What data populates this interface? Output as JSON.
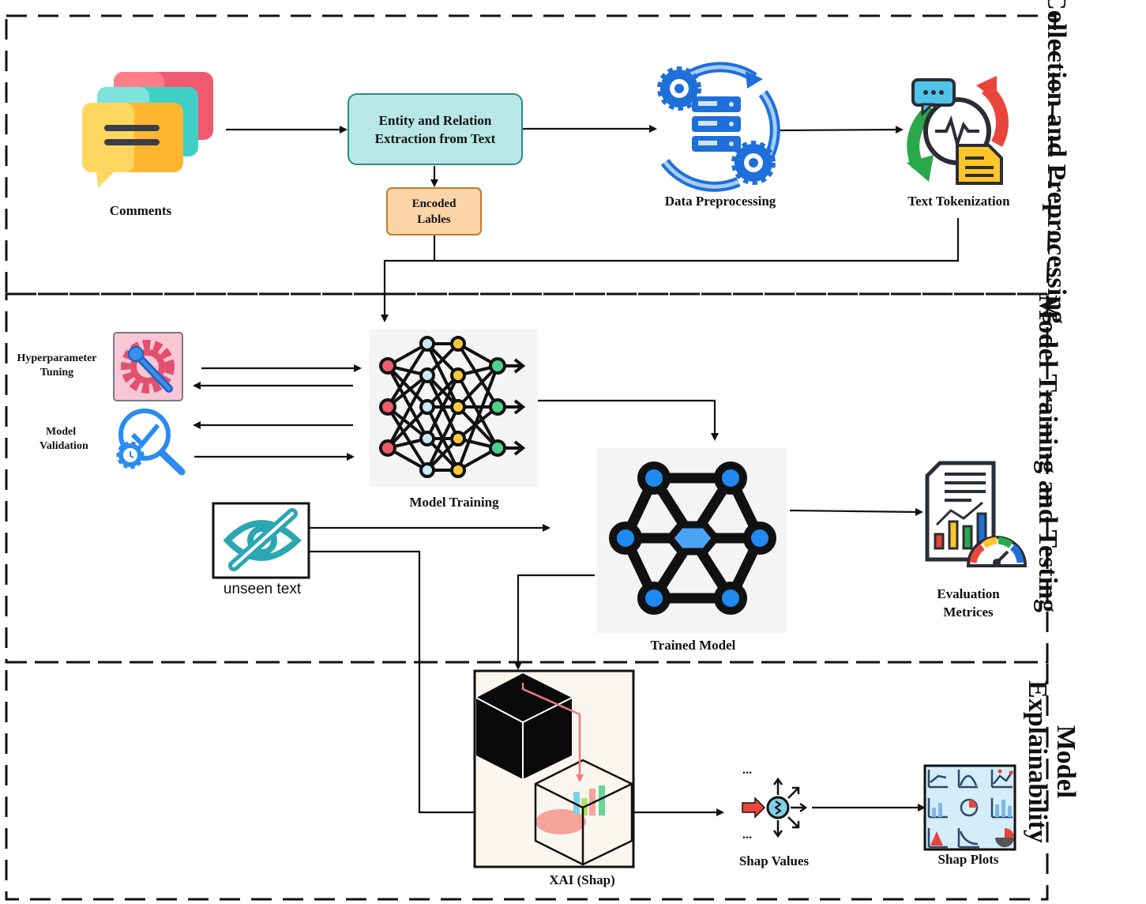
{
  "sections": {
    "data_collection": "Data Collection and Preprocessing",
    "model_training": "Model Training and Testing",
    "explainability": "Model Explainability"
  },
  "nodes": {
    "comments": "Comments",
    "entity_extraction_line1": "Entity and Relation",
    "entity_extraction_line2": "Extraction from Text",
    "encoded_labels_line1": "Encoded",
    "encoded_labels_line2": "Lables",
    "data_preprocessing": "Data Preprocessing",
    "text_tokenization": "Text Tokenization",
    "hyperparameter_line1": "Hyperparameter",
    "hyperparameter_line2": "Tuning",
    "model_validation_line1": "Model",
    "model_validation_line2": "Validation",
    "model_training": "Model Training",
    "unseen_text": "unseen text",
    "trained_model": "Trained Model",
    "evaluation_line1": "Evaluation",
    "evaluation_line2": "Metrices",
    "xai_shap": "XAI (Shap)",
    "shap_values": "Shap Values",
    "shap_plots": "Shap Plots",
    "ellipsis": "..."
  },
  "colors": {
    "entity_box_fill": "#b9e6e6",
    "entity_box_border": "#2a8c8c",
    "encoded_box_fill": "#fbd5a8",
    "encoded_box_border": "#c8782a",
    "accent_blue": "#1e6fd9",
    "shap_arrow": "#f07a7a"
  },
  "icons": [
    "chat-bubbles-icon",
    "server-gears-icon",
    "tokenization-icon",
    "settings-wrench-icon",
    "validation-search-icon",
    "neural-network-icon",
    "graph-network-icon",
    "eye-slash-icon",
    "evaluation-report-icon",
    "black-box-cube-icon",
    "shap-values-icon",
    "shap-plots-icon"
  ]
}
